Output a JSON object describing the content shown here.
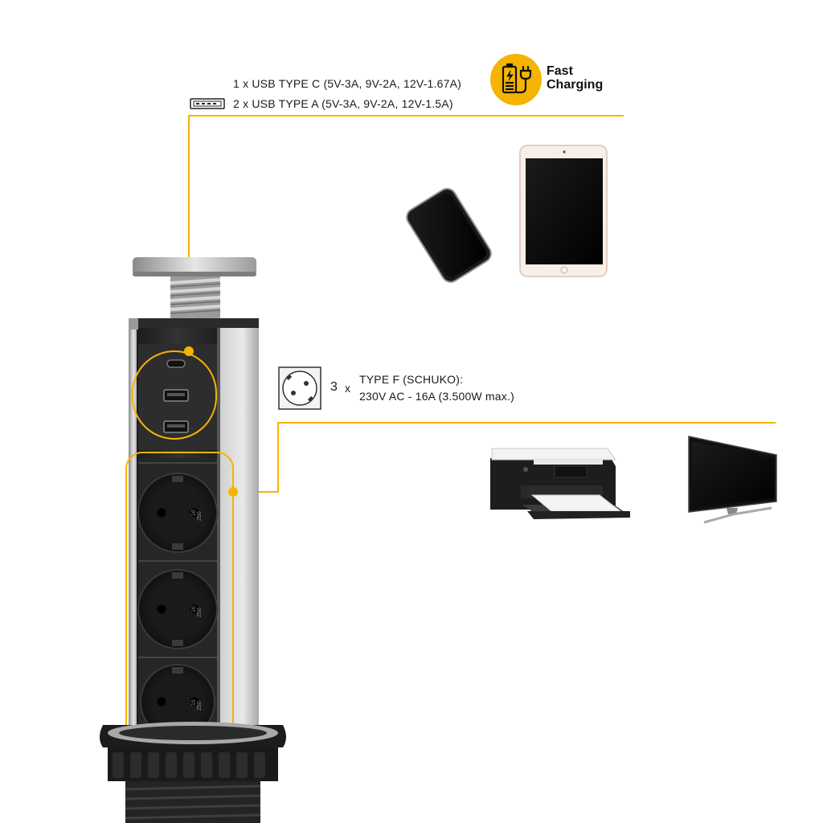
{
  "usb": {
    "line1": "1 x USB TYPE C (5V-3A, 9V-2A, 12V-1.67A)",
    "line2": "2 x USB TYPE A (5V-3A, 9V-2A, 12V-1.5A)"
  },
  "fast_charging": {
    "line1": "Fast",
    "line2": "Charging",
    "badge_color": "#F5B400"
  },
  "schuko": {
    "count": "3",
    "times": "x",
    "line1": "TYPE F (SCHUKO):",
    "line2": "230V AC - 16A (3.500W max.)"
  },
  "socket_rating": {
    "top": "16",
    "bottom": "250"
  },
  "colors": {
    "accent": "#F5B400",
    "body_dark": "#2a2a2a",
    "body_silver": "#b8b8b8"
  },
  "icons": [
    "usb-a-port-icon",
    "lightning-battery-icon",
    "plug-icon",
    "schuko-socket-icon"
  ]
}
